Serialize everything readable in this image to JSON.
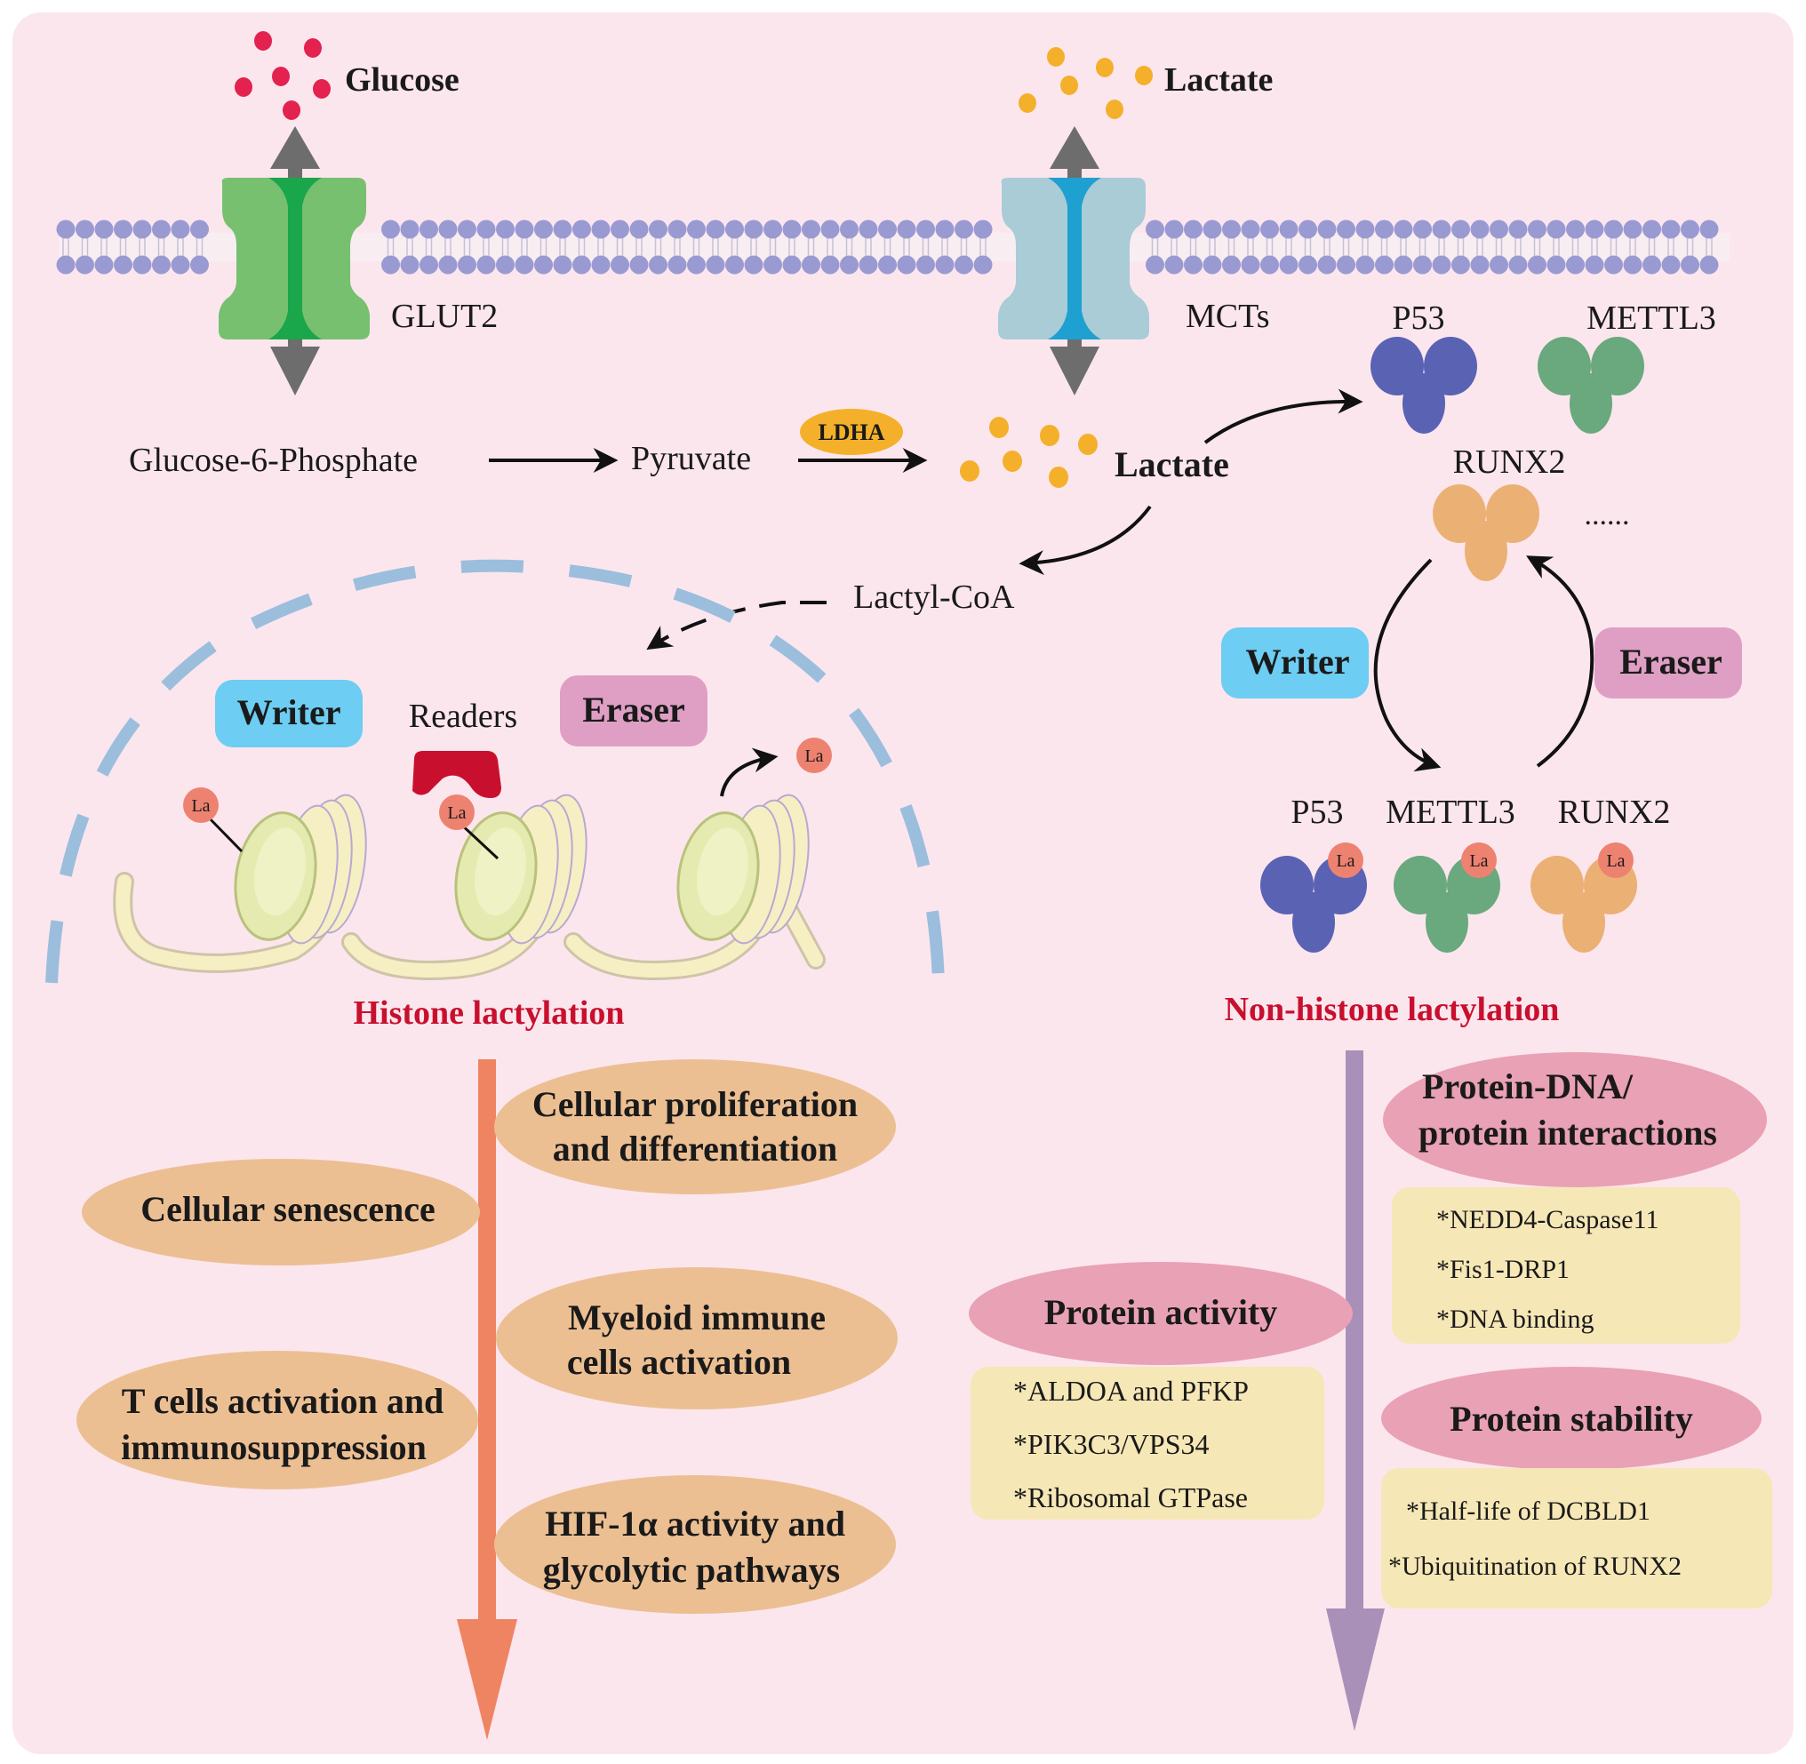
{
  "extracellular": {
    "glucose_label": "Glucose",
    "lactate_label": "Lactate"
  },
  "transporters": {
    "glut2": "GLUT2",
    "mcts": "MCTs"
  },
  "pathway": {
    "g6p": "Glucose-6-Phosphate",
    "pyruvate": "Pyruvate",
    "enzyme": "LDHA",
    "lactate": "Lactate",
    "lactyl_coa": "Lactyl-CoA"
  },
  "histone": {
    "writer": "Writer",
    "readers": "Readers",
    "eraser": "Eraser",
    "la": "La",
    "title": "Histone lactylation",
    "outcomes": [
      {
        "line1": "Cellular proliferation",
        "line2": "and differentiation"
      },
      {
        "line1": "Cellular senescence",
        "line2": ""
      },
      {
        "line1": "Myeloid immune",
        "line2": "cells activation"
      },
      {
        "line1": "T cells activation and",
        "line2": "immunosuppression"
      },
      {
        "line1": "HIF-1α activity and",
        "line2": "glycolytic pathways"
      }
    ]
  },
  "nonhistone": {
    "proteins_top": [
      "P53",
      "METTL3",
      "RUNX2"
    ],
    "ellipsis": "......",
    "writer": "Writer",
    "eraser": "Eraser",
    "proteins_bottom": [
      "P53",
      "METTL3",
      "RUNX2"
    ],
    "la": "La",
    "title": "Non-histone lactylation",
    "categories": [
      {
        "title_line1": "Protein-DNA/",
        "title_line2": "protein interactions",
        "items": [
          "*NEDD4-Caspase11",
          "*Fis1-DRP1",
          "*DNA binding"
        ]
      },
      {
        "title_line1": "Protein activity",
        "title_line2": "",
        "items": [
          "*ALDOA and PFKP",
          "*PIK3C3/VPS34",
          "*Ribosomal GTPase"
        ]
      },
      {
        "title_line1": "Protein stability",
        "title_line2": "",
        "items": [
          "*Half-life of DCBLD1",
          "*Ubiquitination of RUNX2"
        ]
      }
    ]
  },
  "colors": {
    "background": "#fce6ee",
    "glucose_dot": "#e3224f",
    "lactate_dot": "#f4b02a",
    "membrane": "#9a9ad2",
    "glut2": "#77c06f",
    "glut2_channel": "#1aa64a",
    "mct": "#a9ccd7",
    "mct_channel": "#1ea0d0",
    "writer": "#6dcdf2",
    "eraser": "#df9fc4",
    "reader": "#c8102e",
    "la": "#ee8270",
    "p53": "#5a62b4",
    "mettl3": "#6aa87e",
    "runx2": "#ebb074",
    "histone_arrow": "#ee8462",
    "nonhistone_arrow": "#a990b8",
    "outcome_oval": "#ecbf93",
    "category_oval": "#e9a1b5",
    "item_box": "#f6e7b6",
    "title_red": "#c8102e"
  }
}
